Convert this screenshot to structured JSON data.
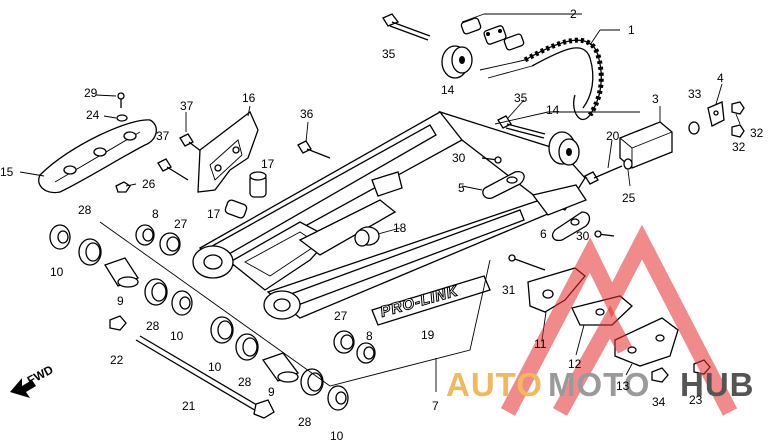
{
  "diagram": {
    "callouts": [
      {
        "id": "1",
        "text": "1"
      },
      {
        "id": "2",
        "text": "2"
      },
      {
        "id": "3",
        "text": "3"
      },
      {
        "id": "4",
        "text": "4"
      },
      {
        "id": "5",
        "text": "5"
      },
      {
        "id": "6",
        "text": "6"
      },
      {
        "id": "7",
        "text": "7"
      },
      {
        "id": "8a",
        "text": "8"
      },
      {
        "id": "8b",
        "text": "8"
      },
      {
        "id": "9a",
        "text": "9"
      },
      {
        "id": "9b",
        "text": "9"
      },
      {
        "id": "10a",
        "text": "10"
      },
      {
        "id": "10b",
        "text": "10"
      },
      {
        "id": "10c",
        "text": "10"
      },
      {
        "id": "10d",
        "text": "10"
      },
      {
        "id": "11",
        "text": "11"
      },
      {
        "id": "12",
        "text": "12"
      },
      {
        "id": "13",
        "text": "13"
      },
      {
        "id": "14a",
        "text": "14"
      },
      {
        "id": "14b",
        "text": "14"
      },
      {
        "id": "15",
        "text": "15"
      },
      {
        "id": "16",
        "text": "16"
      },
      {
        "id": "17a",
        "text": "17"
      },
      {
        "id": "17b",
        "text": "17"
      },
      {
        "id": "18",
        "text": "18"
      },
      {
        "id": "19",
        "text": "19"
      },
      {
        "id": "20",
        "text": "20"
      },
      {
        "id": "21",
        "text": "21"
      },
      {
        "id": "22",
        "text": "22"
      },
      {
        "id": "23",
        "text": "23"
      },
      {
        "id": "24",
        "text": "24"
      },
      {
        "id": "25",
        "text": "25"
      },
      {
        "id": "26",
        "text": "26"
      },
      {
        "id": "27a",
        "text": "27"
      },
      {
        "id": "27b",
        "text": "27"
      },
      {
        "id": "28a",
        "text": "28"
      },
      {
        "id": "28b",
        "text": "28"
      },
      {
        "id": "28c",
        "text": "28"
      },
      {
        "id": "28d",
        "text": "28"
      },
      {
        "id": "29",
        "text": "29"
      },
      {
        "id": "30a",
        "text": "30"
      },
      {
        "id": "30b",
        "text": "30"
      },
      {
        "id": "31",
        "text": "31"
      },
      {
        "id": "32a",
        "text": "32"
      },
      {
        "id": "32b",
        "text": "32"
      },
      {
        "id": "33",
        "text": "33"
      },
      {
        "id": "34",
        "text": "34"
      },
      {
        "id": "35a",
        "text": "35"
      },
      {
        "id": "35b",
        "text": "35"
      },
      {
        "id": "36",
        "text": "36"
      },
      {
        "id": "37a",
        "text": "37"
      },
      {
        "id": "37b",
        "text": "37"
      }
    ],
    "decal_text": "PRO-LINK",
    "fwd_label": "FWD"
  },
  "watermark": {
    "brand_parts": [
      "AUTO",
      "MOTO",
      "HUB"
    ],
    "colors": {
      "auto": "#f2b85c",
      "moto": "#9a9a9a",
      "hub": "#555555",
      "logo": "#e52b2b"
    }
  }
}
